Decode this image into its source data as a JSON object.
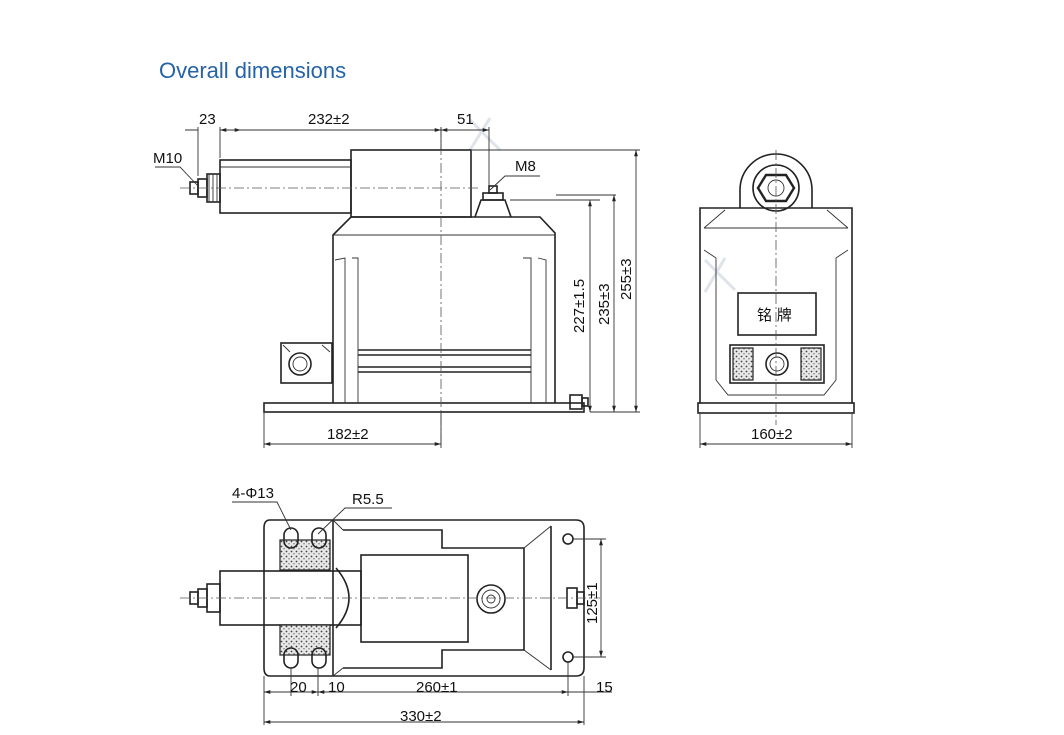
{
  "title": "Overall dimensions",
  "front_view": {
    "dim_top_left": "23",
    "dim_top_mid": "232±2",
    "dim_top_right": "51",
    "thread_left": "M10",
    "thread_top": "M8",
    "dim_h1": "227±1.5",
    "dim_h2": "235±3",
    "dim_h3": "255±3",
    "dim_base": "182±2"
  },
  "side_view": {
    "nameplate": "铭 牌",
    "dim_width": "160±2"
  },
  "top_view": {
    "holes": "4-Φ13",
    "radius": "R5.5",
    "dim_20": "20",
    "dim_10": "10",
    "dim_260": "260±1",
    "dim_15": "15",
    "dim_330": "330±2",
    "dim_125": "125±1"
  }
}
